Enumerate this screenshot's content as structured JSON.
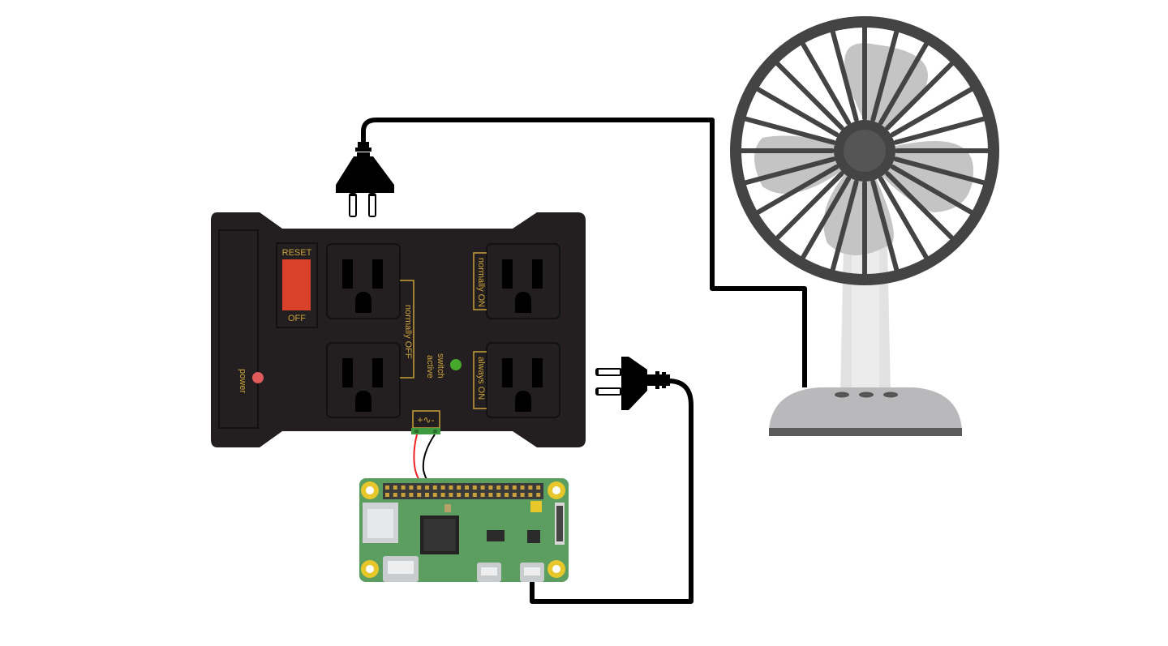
{
  "relay_box": {
    "reset_label": "RESET",
    "off_label": "OFF",
    "power_label": "power",
    "normally_off_label": "normally OFF",
    "normally_on_label": "normally ON",
    "always_on_label": "always ON",
    "switch_active_line1": "switch",
    "switch_active_line2": "active",
    "terminal_label": "+∿-"
  },
  "colors": {
    "relay_body": "#231f20",
    "reset_switch": "#d9412a",
    "power_led": "#e05a5a",
    "switch_led": "#45a72c",
    "label_gold": "#c9a13a",
    "terminal_green": "#3e9a3e",
    "cable": "#000000",
    "pcb": "#5b9e5f",
    "fan_frame": "#444444",
    "fan_blade": "#c4c4c4",
    "fan_base": "#b9b9bb"
  },
  "icons": [
    "relay-power-strip",
    "ac-plug",
    "desk-fan",
    "raspberry-pi-zero"
  ]
}
